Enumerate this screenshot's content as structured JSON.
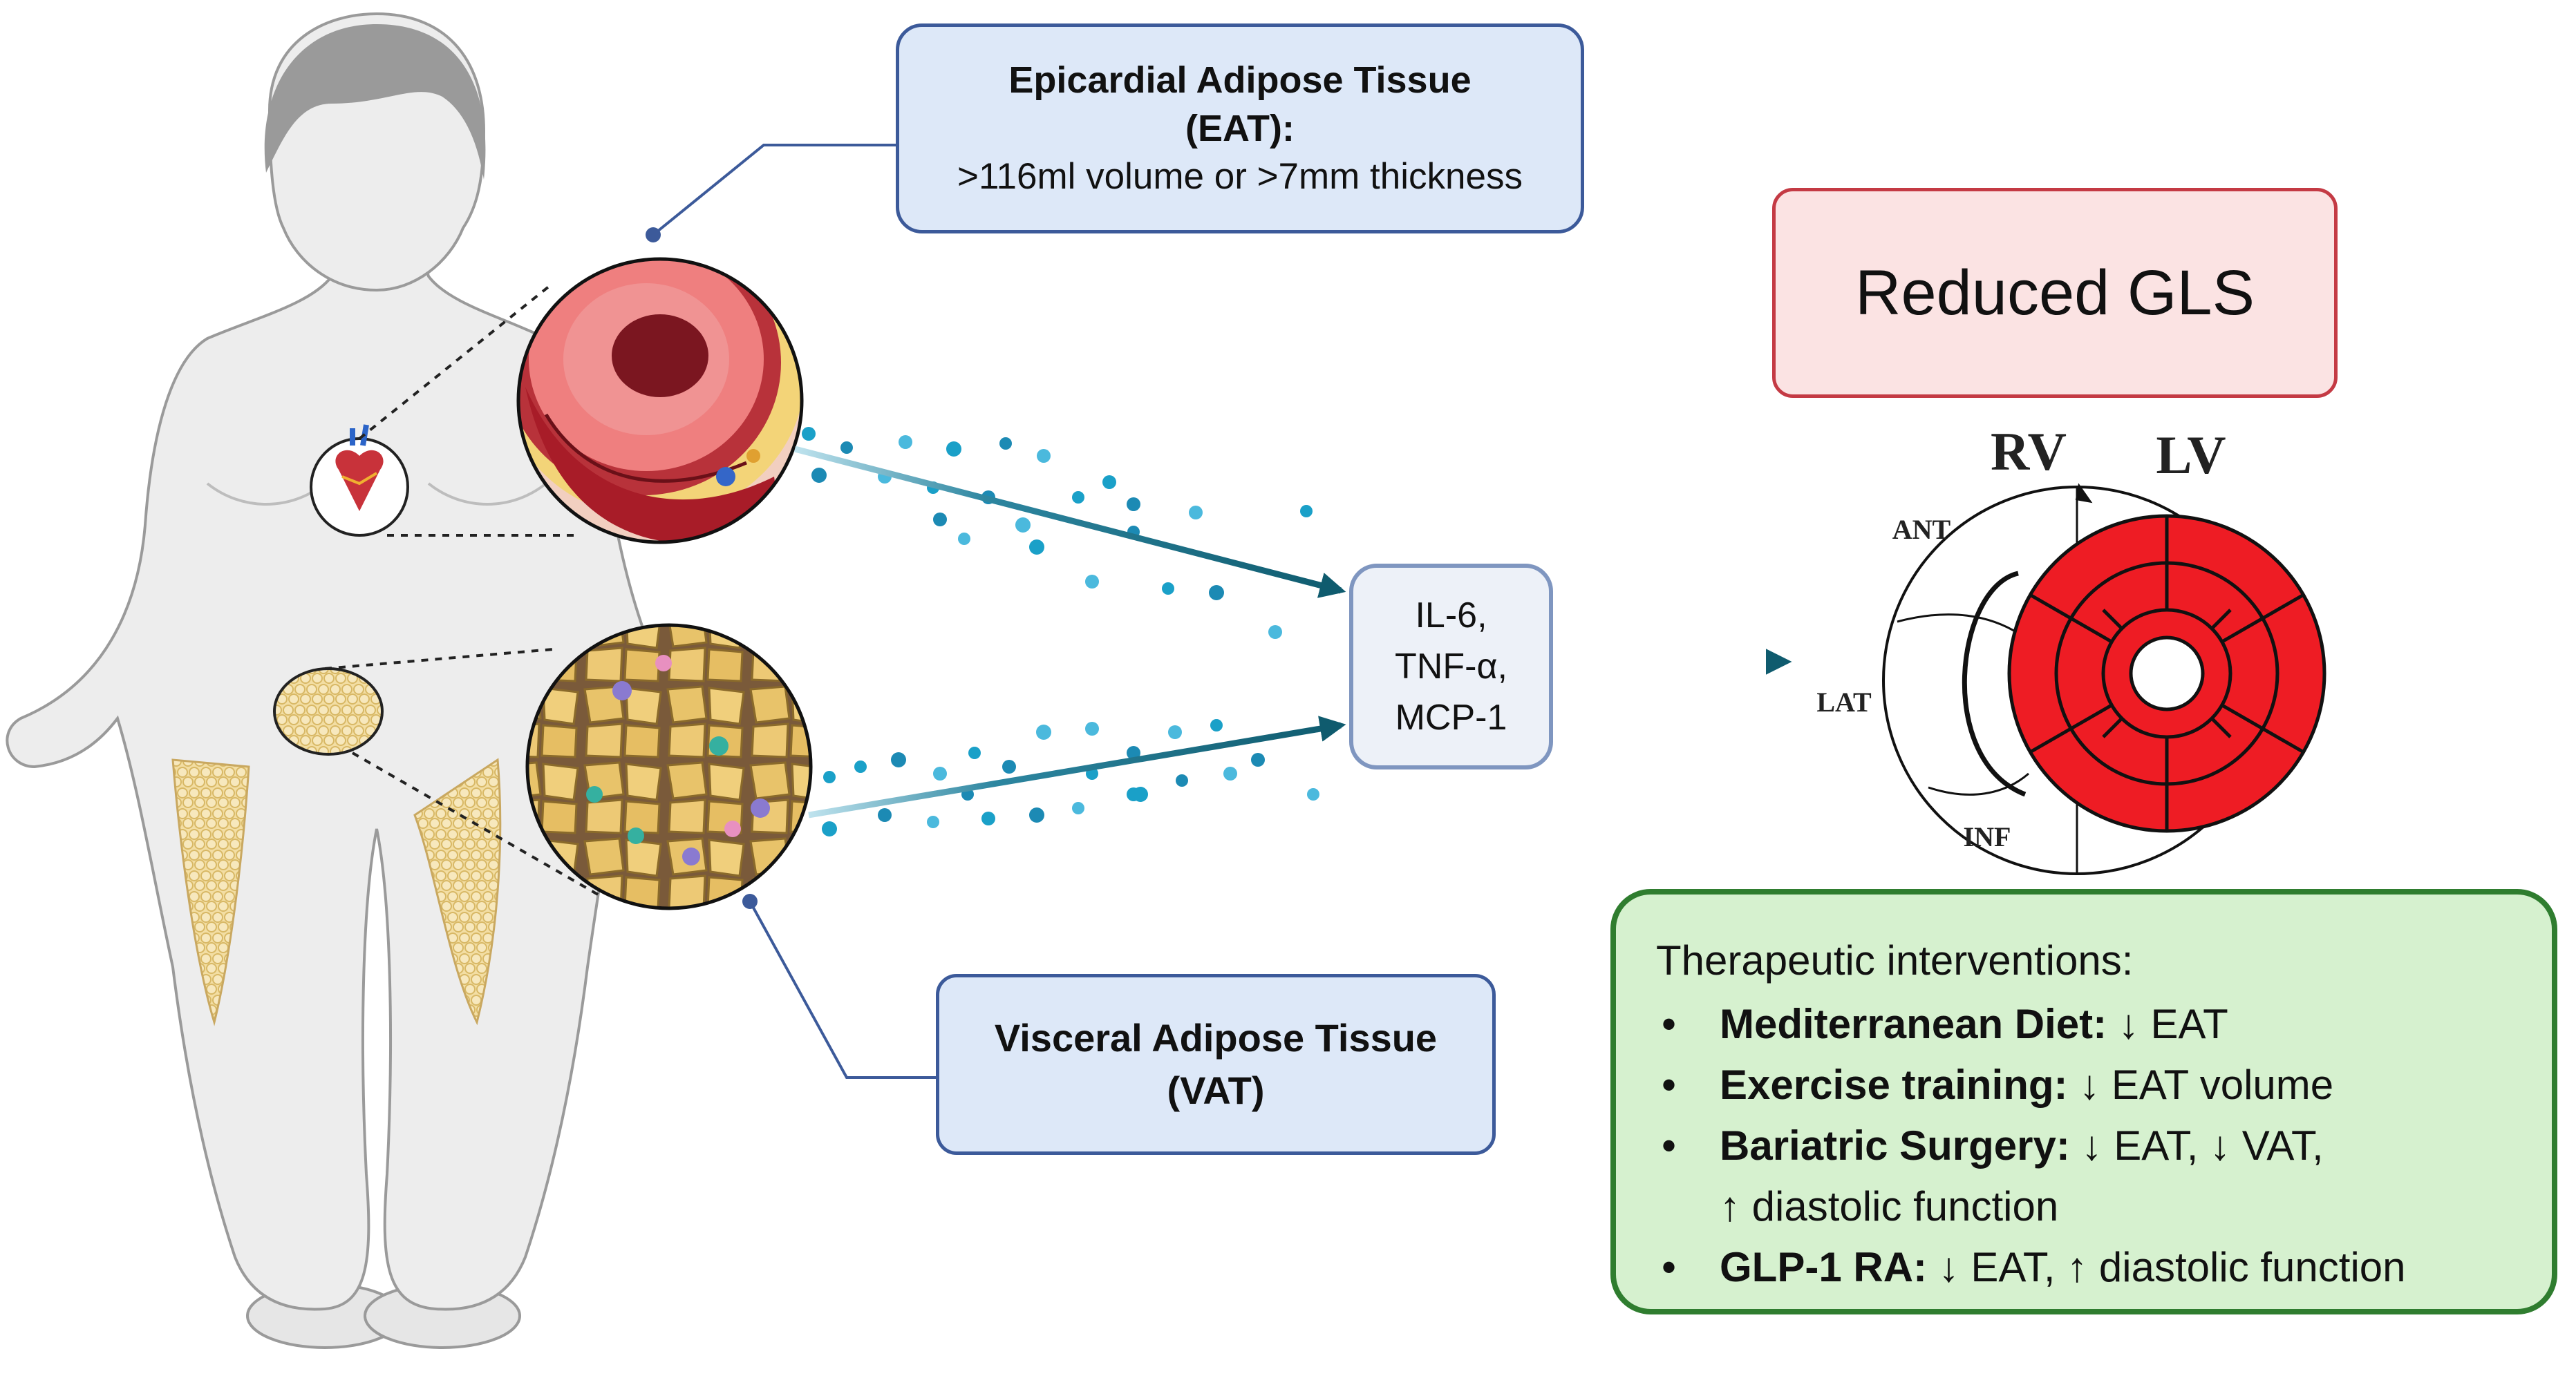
{
  "eat_box": {
    "title_line1": "Epicardial Adipose Tissue",
    "title_line2": "(EAT):",
    "detail": ">116ml volume or >7mm thickness"
  },
  "vat_box": {
    "line1": "Visceral Adipose Tissue",
    "line2": "(VAT)"
  },
  "cytokines": {
    "line1": "IL-6,",
    "line2": "TNF-α,",
    "line3": "MCP-1"
  },
  "outcome": {
    "label": "Reduced GLS"
  },
  "bullseye": {
    "rv_label": "RV",
    "lv_label": "LV",
    "ant_label": "ANT",
    "lat_label": "LAT",
    "inf_label": "INF"
  },
  "therapy": {
    "title": "Therapeutic interventions:",
    "items": [
      {
        "bullet": "•",
        "bold": "Mediterranean Diet:",
        "text": " ↓ EAT"
      },
      {
        "bullet": "•",
        "bold": "Exercise training:",
        "text": " ↓ EAT volume"
      },
      {
        "bullet": "•",
        "bold": "Bariatric Surgery:",
        "text": " ↓ EAT, ↓ VAT,",
        "text2": "↑ diastolic function"
      },
      {
        "bullet": "•",
        "bold": "GLP-1 RA:",
        "text": " ↓ EAT, ↑ diastolic function"
      }
    ]
  },
  "colors": {
    "box_fill": "#dde8f8",
    "box_border": "#3c5a9a",
    "arrow": "#0f5b6e",
    "particles": "#1aa0c8",
    "lv_red": "#ee1c24",
    "outcome_fill": "#fbe3e3",
    "outcome_border": "#c43a44",
    "therapy_fill": "#d6f1cf",
    "therapy_border": "#2f7d2f",
    "fat": "#f0d593",
    "skin": "#ececec"
  }
}
